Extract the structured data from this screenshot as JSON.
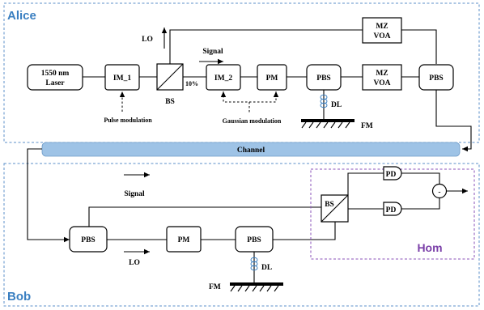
{
  "colors": {
    "region_border": "#5b8fc9",
    "region_title": "#3a7fc1",
    "channel_fill": "#9ec3e6",
    "hom_border": "#8a52b8",
    "hom_title": "#7a3fa8",
    "coil": "#3a7fc1"
  },
  "alice": {
    "title": "Alice",
    "laser": [
      "1550 nm",
      "Laser"
    ],
    "im1": "IM_1",
    "bs": "BS",
    "bs_ratio": "10%",
    "lo": "LO",
    "signal": "Signal",
    "im2": "IM_2",
    "pm": "PM",
    "pbs1": "PBS",
    "mz_bottom": [
      "MZ",
      "VOA"
    ],
    "mz_top": [
      "MZ",
      "VOA"
    ],
    "pbs2": "PBS",
    "dl": "DL",
    "fm": "FM",
    "pulse_mod": "Pulse modulation",
    "gauss_mod": "Gaussian modulation"
  },
  "channel": {
    "label": "Channel"
  },
  "bob": {
    "title": "Bob",
    "signal": "Signal",
    "lo": "LO",
    "pbs_left": "PBS",
    "pm": "PM",
    "pbs_mid": "PBS",
    "dl": "DL",
    "fm": "FM",
    "bs": "BS",
    "pd_top": "PD",
    "pd_bottom": "PD",
    "subtract": "-",
    "hom": "Hom"
  }
}
